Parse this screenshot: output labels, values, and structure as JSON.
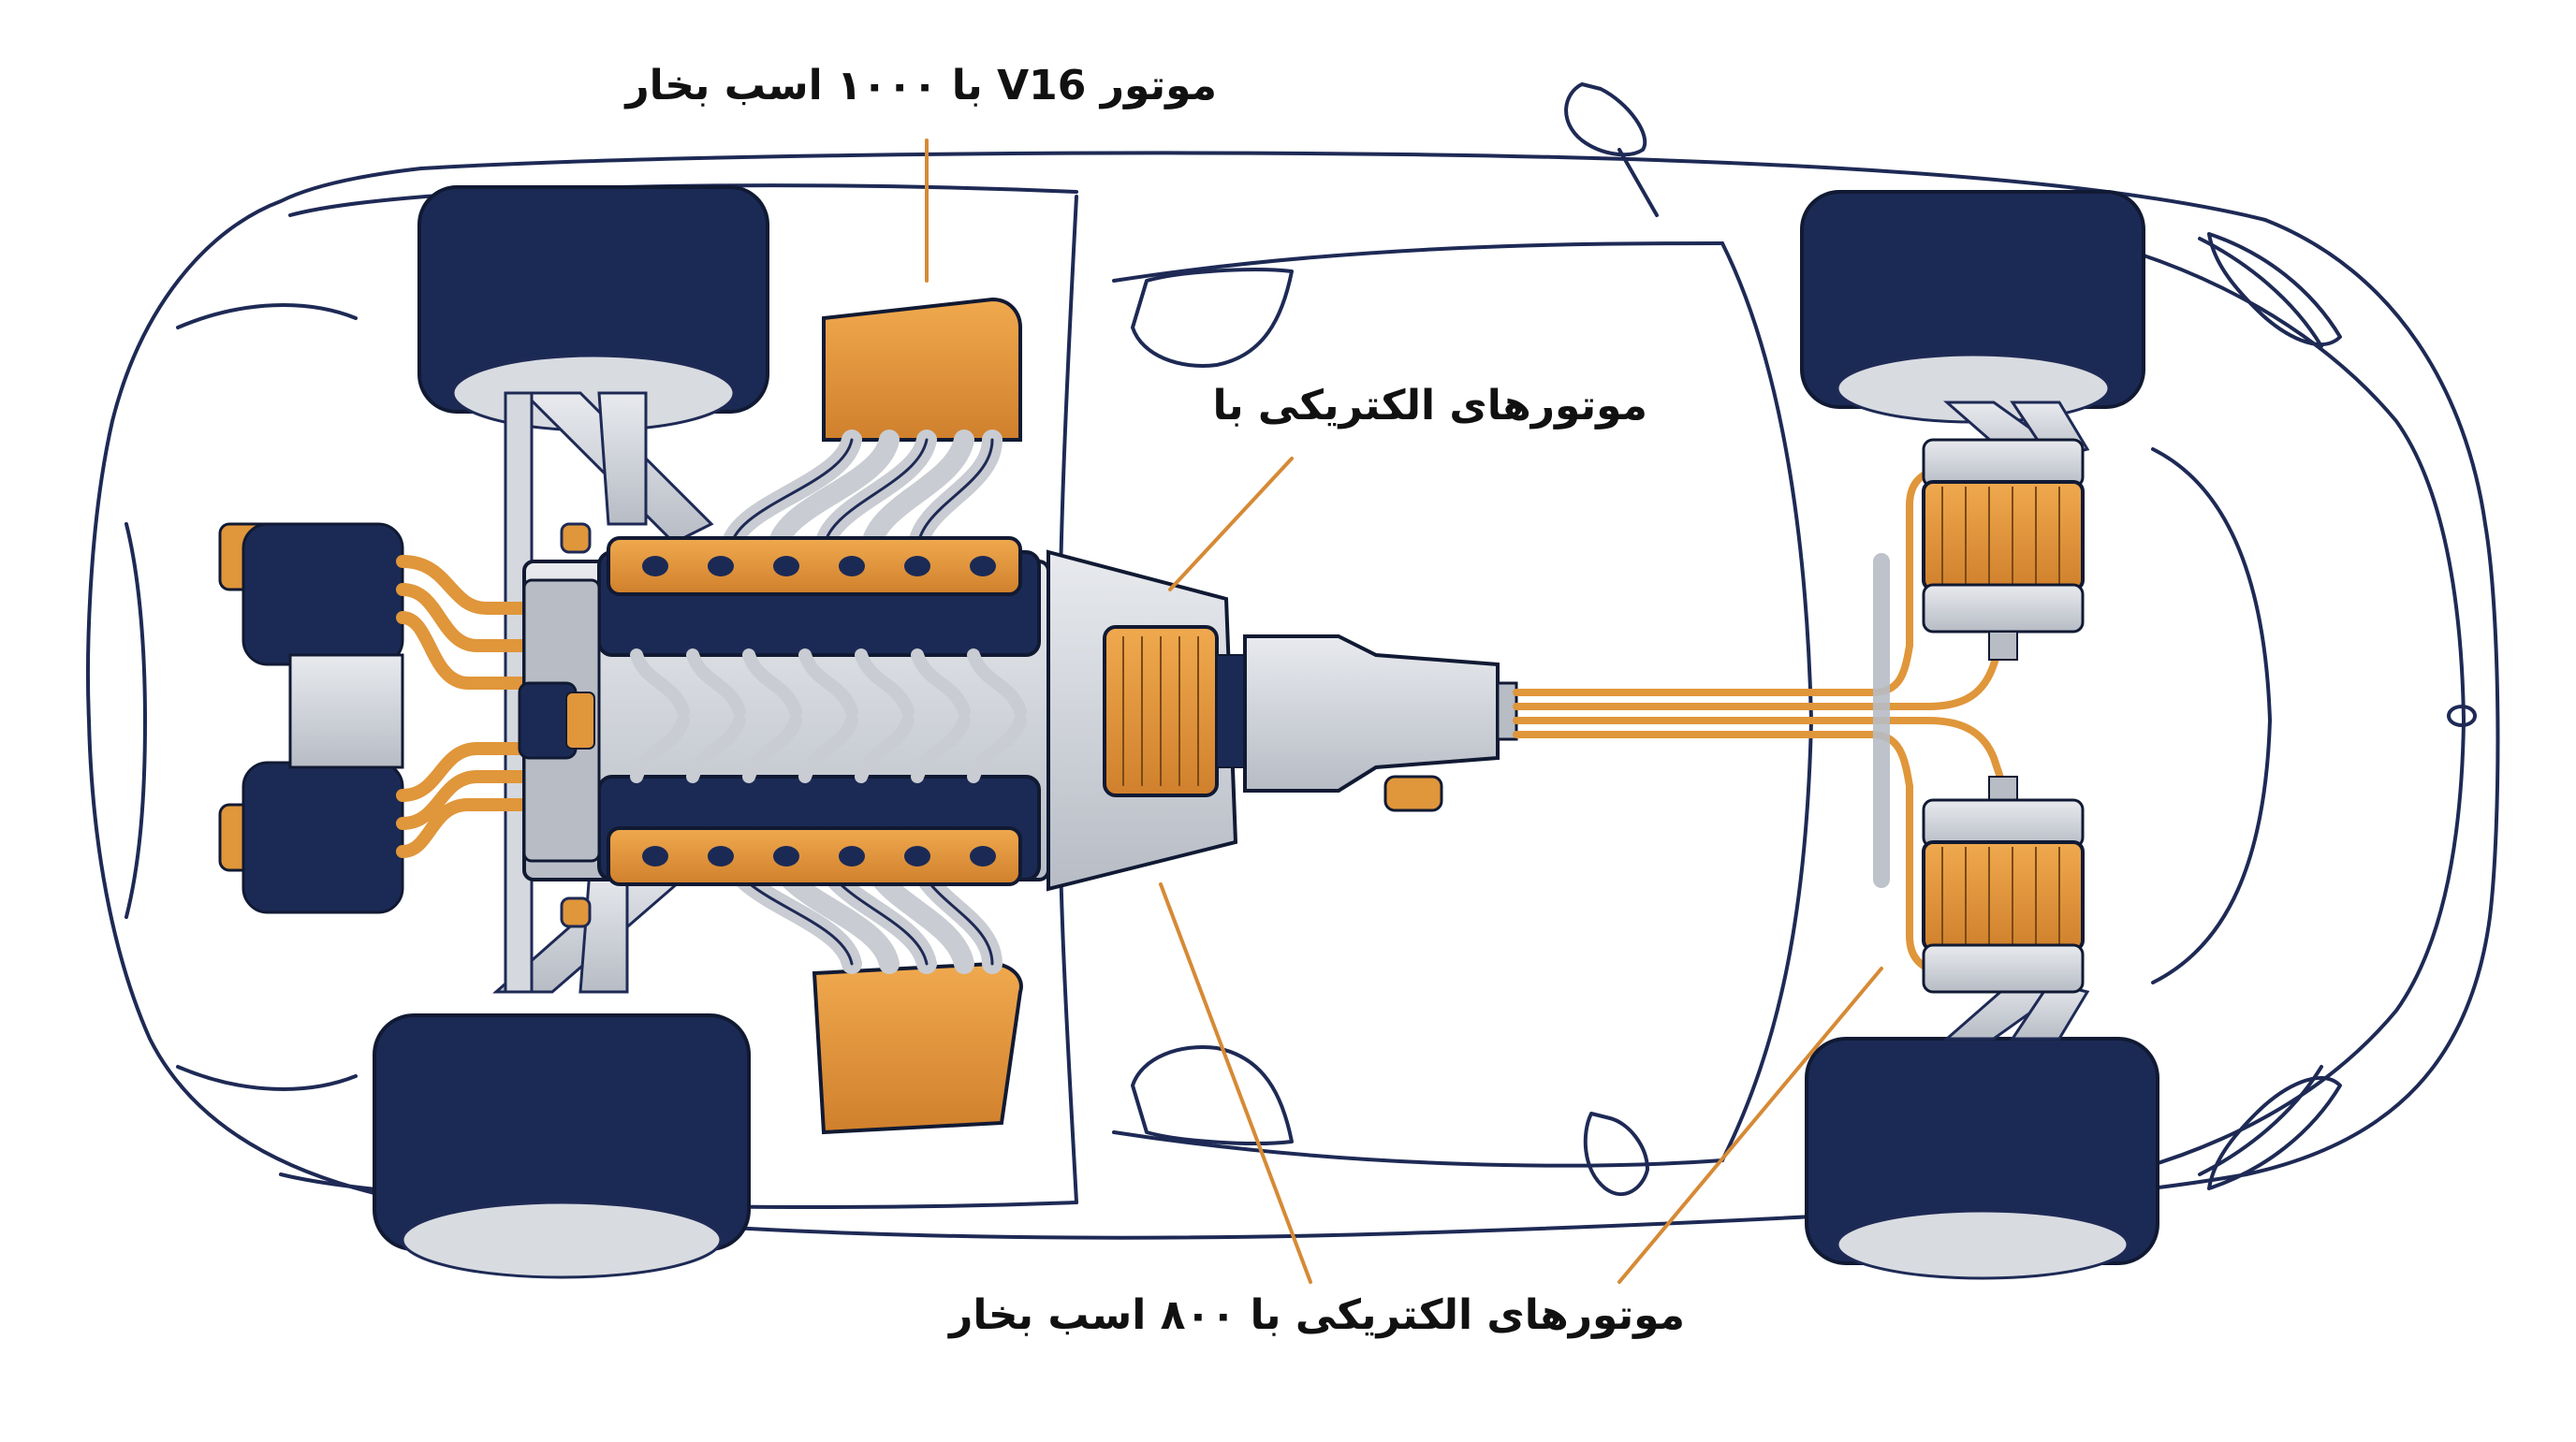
{
  "labels": {
    "v16_engine": "موتور V16 با ۱۰۰۰ اسب بخار",
    "electric_motors_partial": "موتورهای الکتریکی با",
    "electric_motors_full": "موتورهای الکتریکی با ۸۰۰ اسب بخار"
  },
  "colors": {
    "outline": "#1e2a55",
    "navy": "#1b2a55",
    "orange": "#e0963a",
    "grey": "#c9ccd2",
    "leader_line": "#d68a35"
  }
}
